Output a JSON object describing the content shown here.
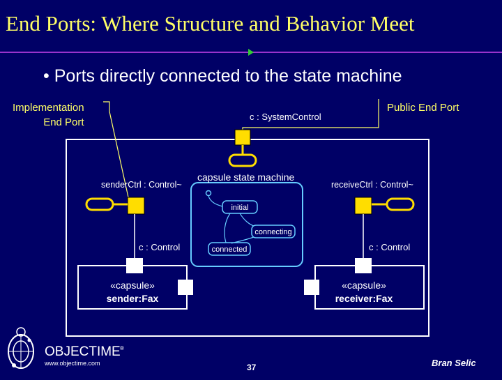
{
  "slide": {
    "title": "End Ports: Where Structure and Behavior Meet",
    "bullet": "•  Ports directly connected to the state machine",
    "slide_number": "37",
    "author": "Bran Selic"
  },
  "callouts": {
    "implementation_line1": "Implementation",
    "implementation_line2": "End Port",
    "public": "Public End Port"
  },
  "diagram": {
    "outer_capsule_label": "c : SystemControl",
    "sender_port_label": "senderCtrl : Control~",
    "receiver_port_label": "receiveCtrl : Control~",
    "state_machine_label": "capsule state machine",
    "states": [
      "initial",
      "connecting",
      "connected"
    ],
    "left_connector_label": "c : Control",
    "right_connector_label": "c : Control",
    "sender_stereotype": "«capsule»",
    "sender_name": "sender:Fax",
    "receiver_stereotype": "«capsule»",
    "receiver_name": "receiver:Fax"
  },
  "logo": {
    "brand": "OBJECTIME",
    "url": "www.objectime.com"
  },
  "colors": {
    "background": "#000066",
    "title": "#ffff66",
    "text": "#ffffff",
    "end_port": "#ffdd00",
    "state_machine": "#66ccff",
    "callout_line": "#ffff66",
    "divider": "#9933cc"
  }
}
